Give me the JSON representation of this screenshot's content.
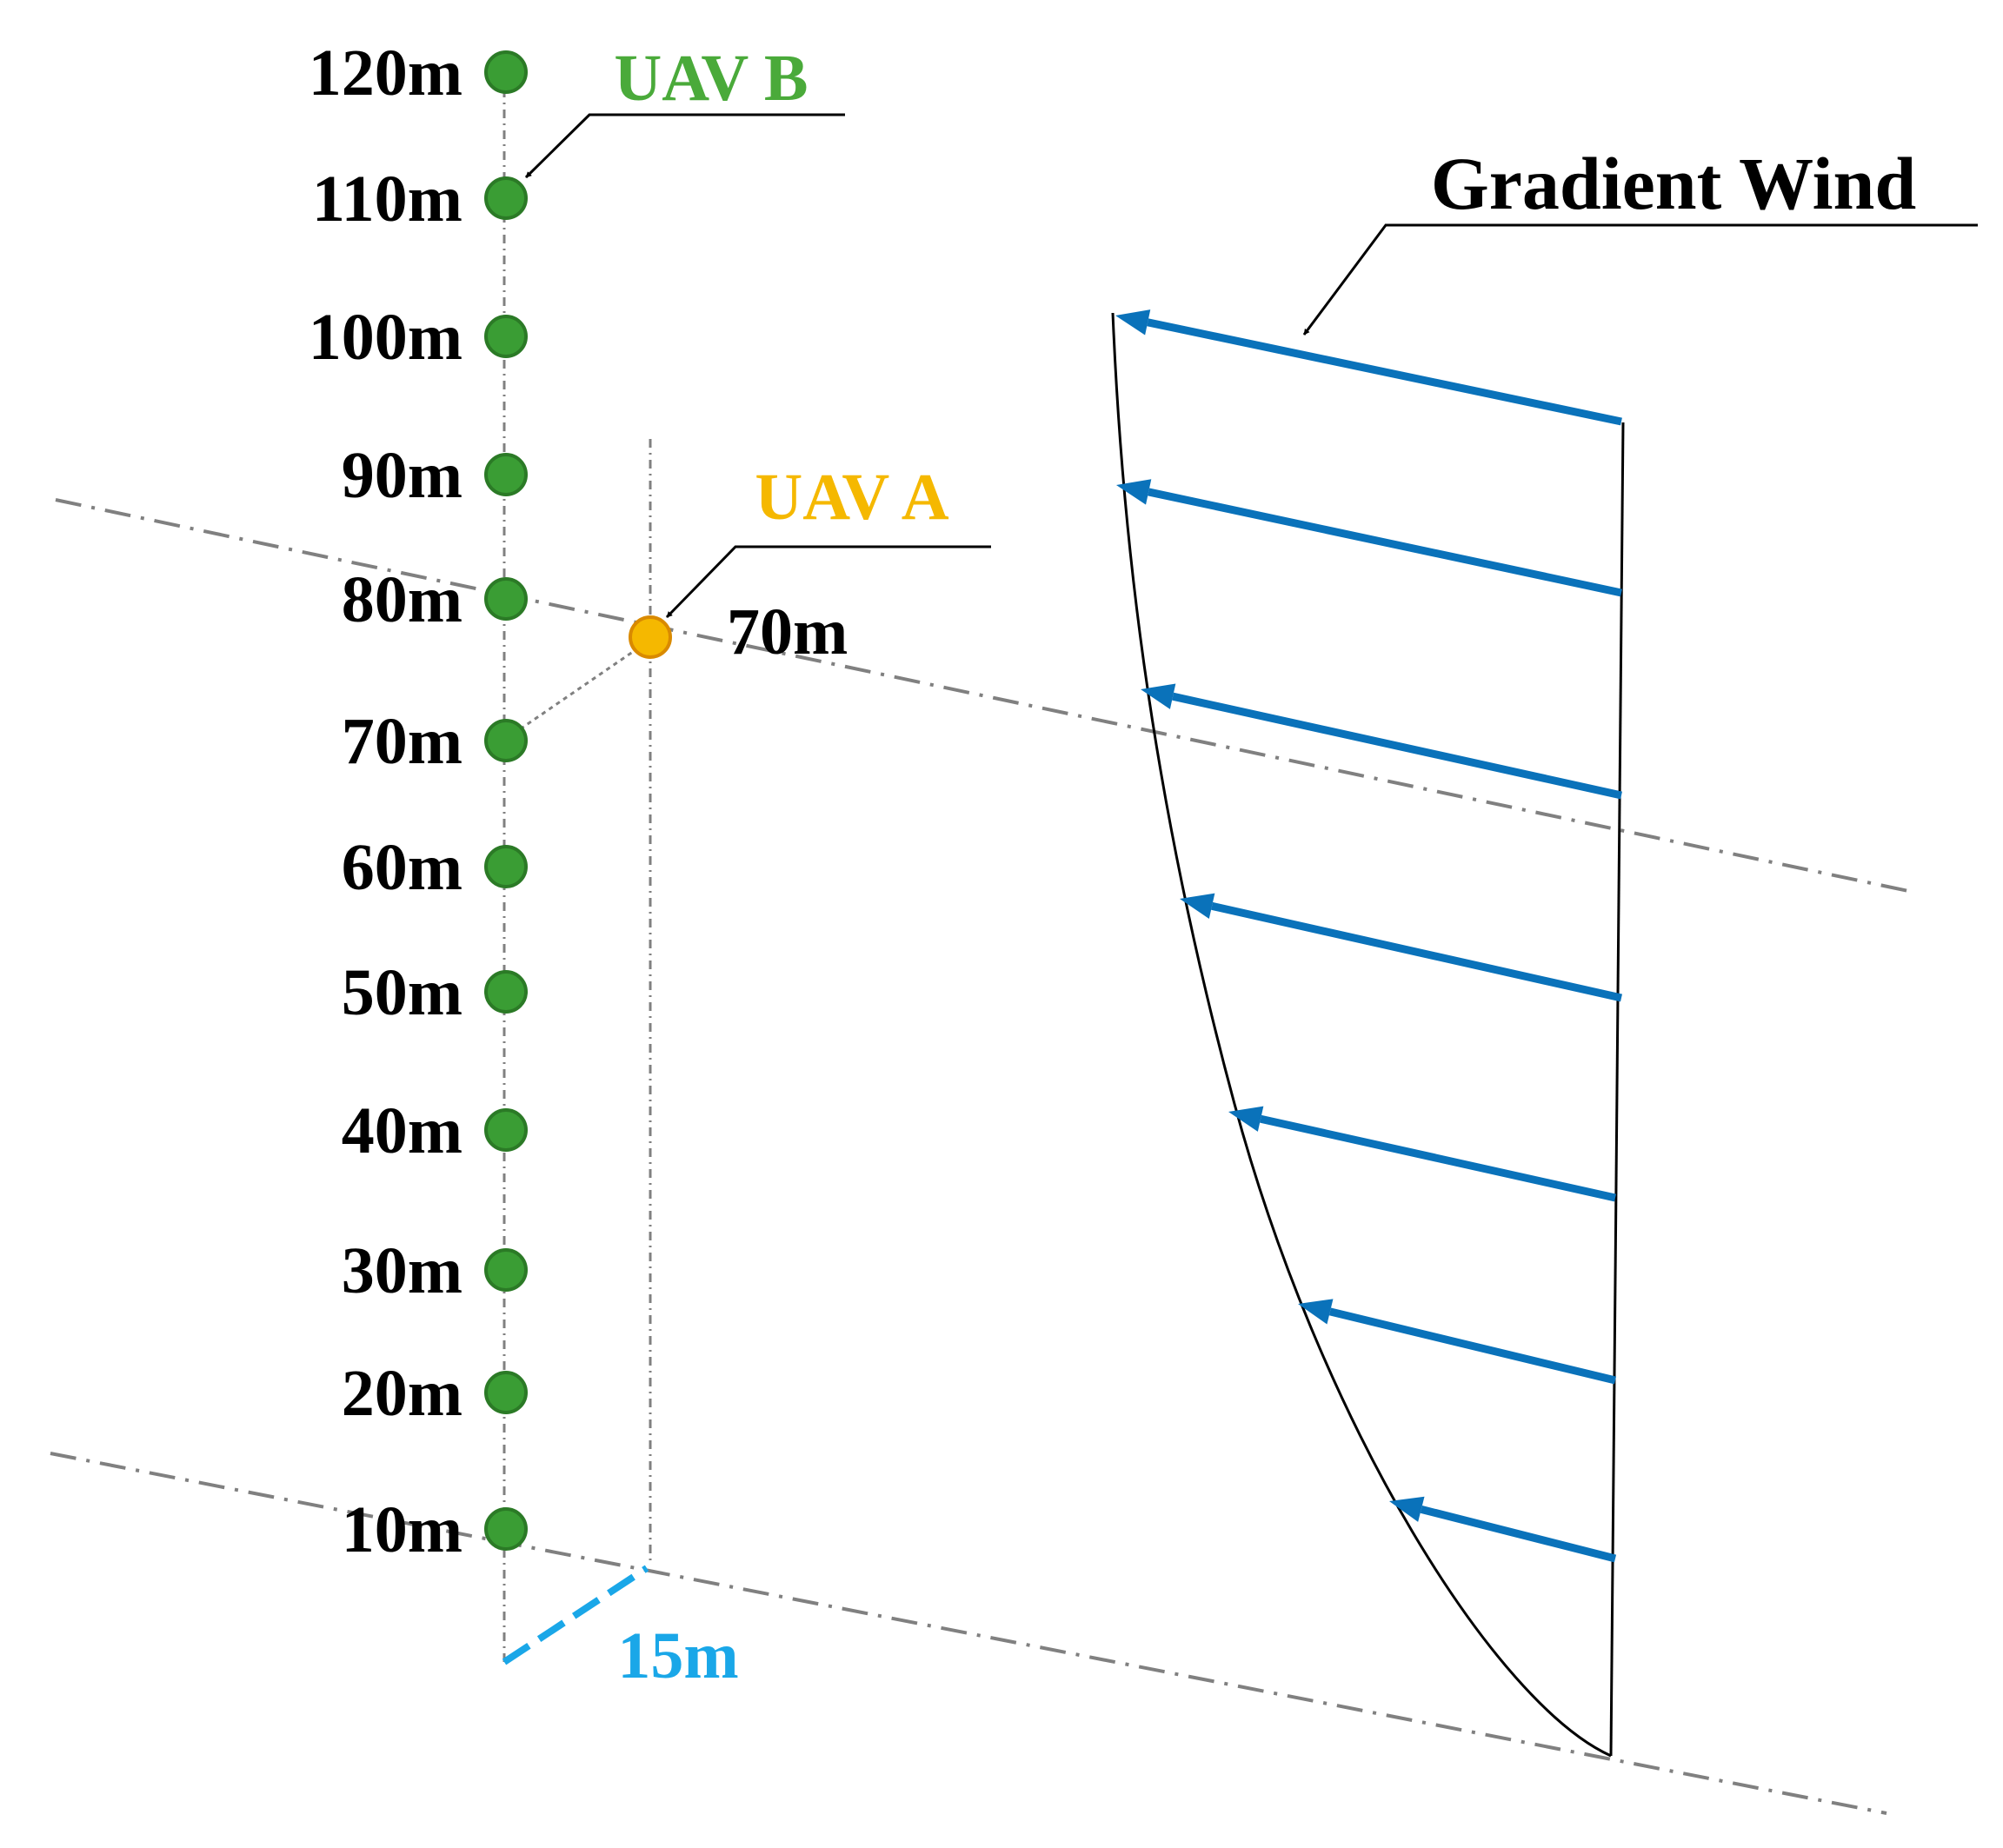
{
  "colors": {
    "mast_node": "#3a9d34",
    "mast_node_stroke": "#2b7a26",
    "uav_a": "#f5b800",
    "uav_a_stroke": "#d98a00",
    "uav_b_label": "#4aaa3a",
    "uav_a_label": "#f5b800",
    "wind_arrow": "#0a72ba",
    "distance": "#1aa7e8",
    "guide": "#808080",
    "text": "#000000"
  },
  "mast": {
    "heights": [
      "120m",
      "110m",
      "100m",
      "90m",
      "80m",
      "70m",
      "60m",
      "50m",
      "40m",
      "30m",
      "20m",
      "10m"
    ]
  },
  "uav_b": {
    "label": "UAV B"
  },
  "uav_a": {
    "label": "UAV A",
    "height_label": "70m"
  },
  "offset": {
    "label": "15m"
  },
  "wind": {
    "label": "Gradient Wind"
  }
}
